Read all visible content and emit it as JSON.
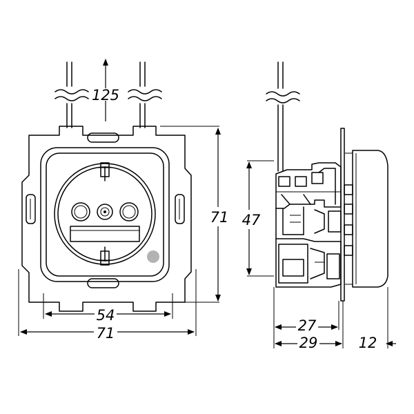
{
  "labels": {
    "cable_spacing": "125",
    "frame_height": "71",
    "inner_width": "54",
    "frame_width": "71",
    "side_height": "47",
    "depth_body": "27",
    "depth_total": "29",
    "cover_depth": "12"
  },
  "colors": {
    "line": "#000000",
    "indicator": "#b3b3b3",
    "background": "#ffffff"
  }
}
